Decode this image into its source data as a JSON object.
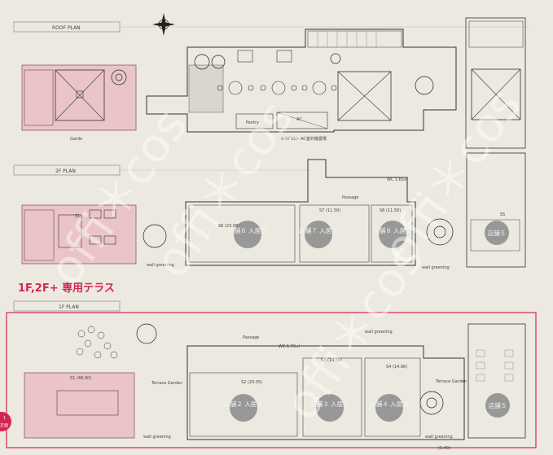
{
  "plans": {
    "roof": {
      "title": "ROOF PLAN",
      "garden_label": "Garde",
      "pantry": "Pantry",
      "ac_label": "AC",
      "ac_note": "ﾙｰﾌﾊﾞﾙｺﾆｰ AC室外機置場"
    },
    "second": {
      "title": "2F PLAN",
      "wc": "WC 1.65㎡",
      "passage": "Passage",
      "wall_greening": "wall greening",
      "rooms": [
        "S1",
        "S6 (23.08)",
        "S7 (11.50)",
        "S8 (11.50)",
        "S5"
      ]
    },
    "first": {
      "title": "1F PLAN",
      "passage": "Passage",
      "wc": "WC 1.76㎡",
      "wall_greening": "wall greening",
      "terrace_left": "Terrace Garden",
      "terrace_right": "Terrace Garden",
      "dimension": "(5.40)",
      "rooms": [
        "S1 (46.00)",
        "S2 (20.05)",
        "S3 (14.56)",
        "S4 (14.96)"
      ]
    }
  },
  "terrace_title": "1F,2F+ 専用テラス",
  "side_tab": [
    "1",
    "正面"
  ],
  "badges": {
    "second": [
      "店舗６ 入居済",
      "店舗７ 入居済",
      "店舗８ 入居済",
      "店舗５"
    ],
    "first": [
      "店舗２ 入居済",
      "店舗３ 入居済",
      "店舗４ 入居済",
      "店舗５"
    ]
  },
  "watermark": "offi＊cos",
  "colors": {
    "highlight": "#d4264f",
    "badge": "#8a8a8a",
    "paper": "#ece9e0"
  }
}
